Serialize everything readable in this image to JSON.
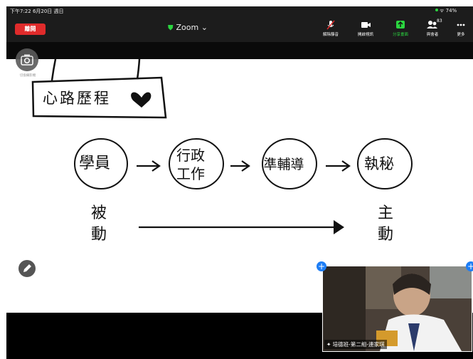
{
  "status_bar": {
    "time": "下午7:22  6月20日 週日",
    "battery": "74%"
  },
  "toolbar": {
    "leave_label": "離開",
    "title": "Zoom ⌄",
    "mute_label": "解除靜音",
    "video_label": "開啟視訊",
    "share_label": "分享畫面",
    "participants_label": "與會者",
    "participants_count": "83",
    "more_label": "更多",
    "accent_green": "#2bd640",
    "leave_color": "#e02b2b"
  },
  "camera": {
    "label": "切換攝影機"
  },
  "whiteboard": {
    "title": "心路歷程",
    "flow": [
      "學員",
      "行政工作",
      "準輔導",
      "執秘"
    ],
    "start_label": "被動",
    "end_label": "主動"
  },
  "video": {
    "name": "培德班-第二組-連家琪"
  },
  "icons": [
    "mic-muted-icon",
    "video-off-icon",
    "share-screen-icon",
    "participants-icon",
    "more-icon",
    "camera-switch-icon",
    "pencil-icon",
    "heart-icon",
    "pin-icon",
    "shield-icon"
  ]
}
